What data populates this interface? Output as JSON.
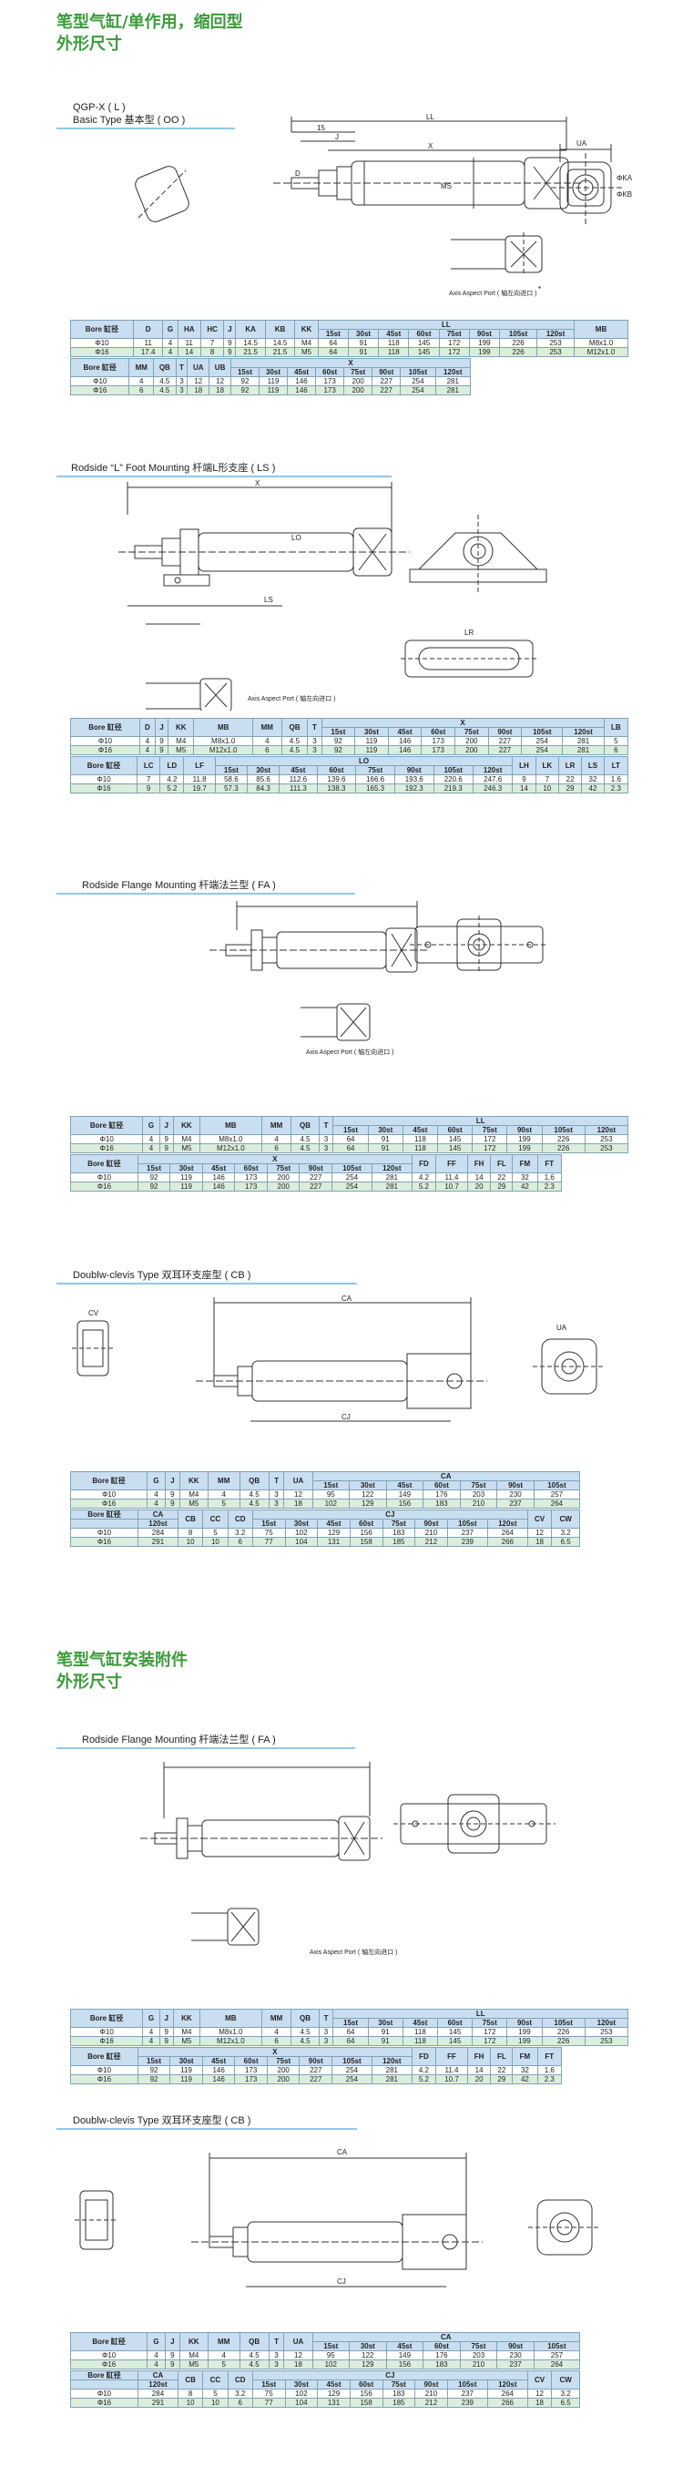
{
  "titles": {
    "main_line1": "笔型气缸/单作用，缩回型",
    "main_line2": "外形尺寸",
    "acc_line1": "笔型气缸安装附件",
    "acc_line2": "外形尺寸"
  },
  "sections": {
    "basic_model": "QGP-X ( L )",
    "basic_type": "Basic Type  基本型 ( OO )",
    "ls": "Rodside  “L”  Foot Mounting  杆端L形支座 ( LS )",
    "fa": "Rodside  Flange Mounting  杆端法兰型 ( FA )",
    "cb": "Doublw-clevis Type  双耳环支座型 ( CB )",
    "fa2": "Rodside  Flange Mounting  杆端法兰型 ( FA )",
    "cb2": "Doublw-clevis Type  双耳环支座型 ( CB )",
    "axis_note": "Axis Aspect Port ( 轴左向进口 )"
  },
  "colors": {
    "title_green": "#3b9b3b",
    "bar_blue": "#8fc8e8",
    "header_blue": "#c9def0",
    "row_green": "#dbeedc"
  },
  "tables": {
    "basic_a": {
      "head": [
        "Bore 缸径",
        "D",
        "G",
        "HA",
        "HC",
        "J",
        "KA",
        "KB",
        "KK",
        "LL",
        "MB"
      ],
      "sub": [
        "15st",
        "30st",
        "45st",
        "60st",
        "75st",
        "90st",
        "105st",
        "120st"
      ],
      "rows": [
        [
          "Φ10",
          "11",
          "4",
          "11",
          "7",
          "9",
          "14.5",
          "14.5",
          "M4",
          "64",
          "91",
          "118",
          "145",
          "172",
          "199",
          "226",
          "253",
          "M8x1.0"
        ],
        [
          "Φ16",
          "17.4",
          "4",
          "14",
          "8",
          "9",
          "21.5",
          "21.5",
          "M5",
          "64",
          "91",
          "118",
          "145",
          "172",
          "199",
          "226",
          "253",
          "M12x1.0"
        ]
      ]
    },
    "basic_b": {
      "head": [
        "Bore 缸径",
        "MM",
        "QB",
        "T",
        "UA",
        "UB",
        "X"
      ],
      "sub": [
        "15st",
        "30st",
        "45st",
        "60st",
        "75st",
        "90st",
        "105st",
        "120st"
      ],
      "rows": [
        [
          "Φ10",
          "4",
          "4.5",
          "3",
          "12",
          "12",
          "92",
          "119",
          "146",
          "173",
          "200",
          "227",
          "254",
          "281"
        ],
        [
          "Φ16",
          "6",
          "4.5",
          "3",
          "18",
          "18",
          "92",
          "119",
          "146",
          "173",
          "200",
          "227",
          "254",
          "281"
        ]
      ]
    },
    "ls_a": {
      "head": [
        "Bore 缸径",
        "D",
        "J",
        "KK",
        "MB",
        "MM",
        "QB",
        "T",
        "X",
        "LB"
      ],
      "sub": [
        "15st",
        "30st",
        "45st",
        "60st",
        "75st",
        "90st",
        "105st",
        "120st"
      ],
      "rows": [
        [
          "Φ10",
          "4",
          "9",
          "M4",
          "M8x1.0",
          "4",
          "4.5",
          "3",
          "92",
          "119",
          "146",
          "173",
          "200",
          "227",
          "254",
          "281",
          "5"
        ],
        [
          "Φ16",
          "4",
          "9",
          "M5",
          "M12x1.0",
          "6",
          "4.5",
          "3",
          "92",
          "119",
          "146",
          "173",
          "200",
          "227",
          "254",
          "281",
          "6"
        ]
      ]
    },
    "ls_b": {
      "head": [
        "Bore 缸径",
        "LC",
        "LD",
        "LF",
        "LO",
        "LH",
        "LK",
        "LR",
        "LS",
        "LT"
      ],
      "sub": [
        "15st",
        "30st",
        "45st",
        "60st",
        "75st",
        "90st",
        "105st",
        "120st"
      ],
      "rows": [
        [
          "Φ10",
          "7",
          "4.2",
          "11.8",
          "58.6",
          "85.6",
          "112.6",
          "139.6",
          "166.6",
          "193.6",
          "220.6",
          "247.6",
          "9",
          "7",
          "22",
          "32",
          "1.6"
        ],
        [
          "Φ16",
          "9",
          "5.2",
          "19.7",
          "57.3",
          "84.3",
          "111.3",
          "138.3",
          "165.3",
          "192.3",
          "219.3",
          "246.3",
          "14",
          "10",
          "29",
          "42",
          "2.3"
        ]
      ]
    },
    "fa_a": {
      "head": [
        "Bore 缸径",
        "G",
        "J",
        "KK",
        "MB",
        "MM",
        "QB",
        "T",
        "LL"
      ],
      "sub": [
        "15st",
        "30st",
        "45st",
        "60st",
        "75st",
        "90st",
        "105st",
        "120st"
      ],
      "rows": [
        [
          "Φ10",
          "4",
          "9",
          "M4",
          "M8x1.0",
          "4",
          "4.5",
          "3",
          "64",
          "91",
          "118",
          "145",
          "172",
          "199",
          "226",
          "253"
        ],
        [
          "Φ16",
          "4",
          "9",
          "M5",
          "M12x1.0",
          "6",
          "4.5",
          "3",
          "64",
          "91",
          "118",
          "145",
          "172",
          "199",
          "226",
          "253"
        ]
      ]
    },
    "fa_b": {
      "head": [
        "Bore 缸径",
        "X",
        "FD",
        "FF",
        "FH",
        "FL",
        "FM",
        "FT"
      ],
      "sub": [
        "15st",
        "30st",
        "45st",
        "60st",
        "75st",
        "90st",
        "105st",
        "120st"
      ],
      "rows": [
        [
          "Φ10",
          "92",
          "119",
          "146",
          "173",
          "200",
          "227",
          "254",
          "281",
          "4.2",
          "11.4",
          "14",
          "22",
          "32",
          "1.6"
        ],
        [
          "Φ16",
          "92",
          "119",
          "146",
          "173",
          "200",
          "227",
          "254",
          "281",
          "5.2",
          "10.7",
          "20",
          "29",
          "42",
          "2.3"
        ]
      ]
    },
    "cb_a": {
      "head": [
        "Bore 缸径",
        "G",
        "J",
        "KK",
        "MM",
        "QB",
        "T",
        "UA",
        "CA"
      ],
      "sub": [
        "15st",
        "30st",
        "45st",
        "60st",
        "75st",
        "90st",
        "105st"
      ],
      "rows": [
        [
          "Φ10",
          "4",
          "9",
          "M4",
          "4",
          "4.5",
          "3",
          "12",
          "95",
          "122",
          "149",
          "176",
          "203",
          "230",
          "257"
        ],
        [
          "Φ16",
          "4",
          "9",
          "M5",
          "5",
          "4.5",
          "3",
          "18",
          "102",
          "129",
          "156",
          "183",
          "210",
          "237",
          "264"
        ]
      ]
    },
    "cb_b": {
      "head": [
        "Bore 缸径",
        "CA",
        "CB",
        "CC",
        "CD",
        "CJ",
        "CV",
        "CW"
      ],
      "ca_sub": "120st",
      "sub": [
        "15st",
        "30st",
        "45st",
        "60st",
        "75st",
        "90st",
        "105st",
        "120st"
      ],
      "rows": [
        [
          "Φ10",
          "284",
          "8",
          "5",
          "3.2",
          "75",
          "102",
          "129",
          "156",
          "183",
          "210",
          "237",
          "264",
          "12",
          "3.2"
        ],
        [
          "Φ16",
          "291",
          "10",
          "10",
          "6",
          "77",
          "104",
          "131",
          "158",
          "185",
          "212",
          "239",
          "266",
          "18",
          "6.5"
        ]
      ]
    }
  }
}
